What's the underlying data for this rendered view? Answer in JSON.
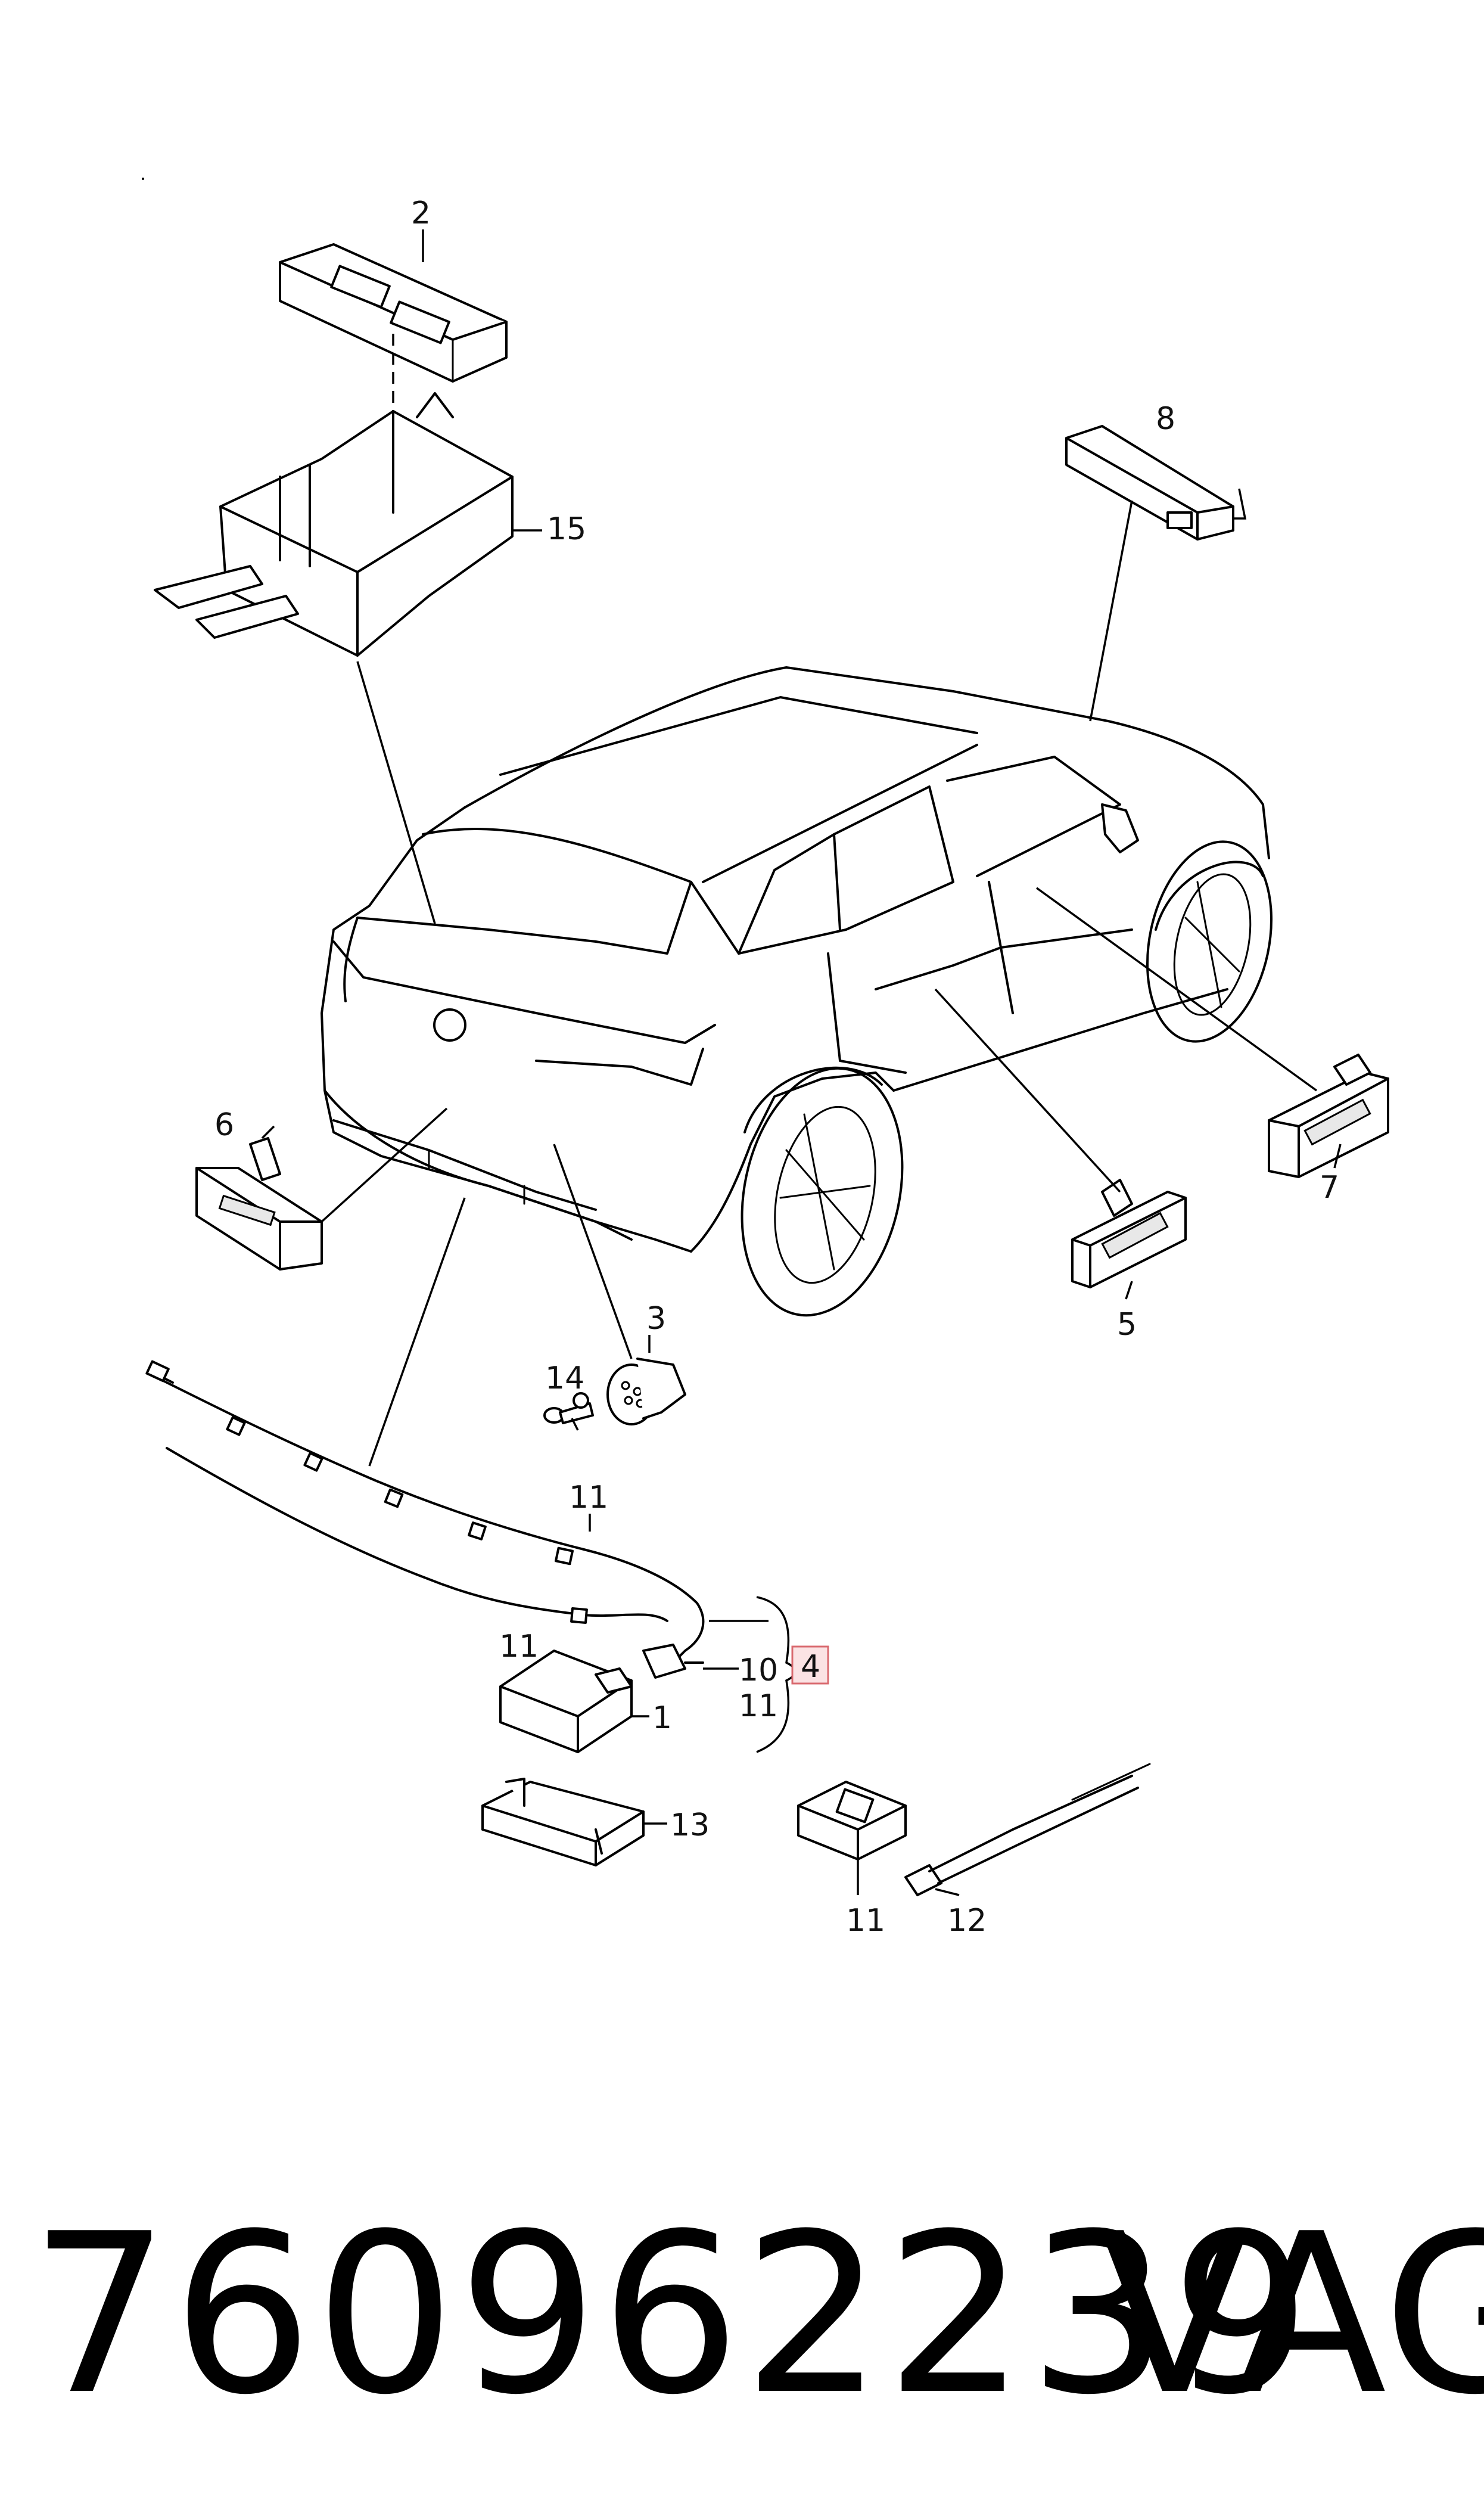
{
  "callouts": {
    "c1": "1",
    "c2": "2",
    "c3": "3",
    "c4": "4",
    "c5": "5",
    "c6": "6",
    "c7": "7",
    "c8": "8",
    "c10": "10",
    "c11a": "11",
    "c11b": "11",
    "c11c": "11",
    "c11d": "11",
    "c12": "12",
    "c13": "13",
    "c14": "14",
    "c15": "15"
  },
  "highlight": {
    "callout": "4",
    "fill": "#fbe3e4",
    "stroke": "#d96a6f"
  },
  "footer": {
    "part_number": "760962239",
    "brand": "VAG"
  }
}
